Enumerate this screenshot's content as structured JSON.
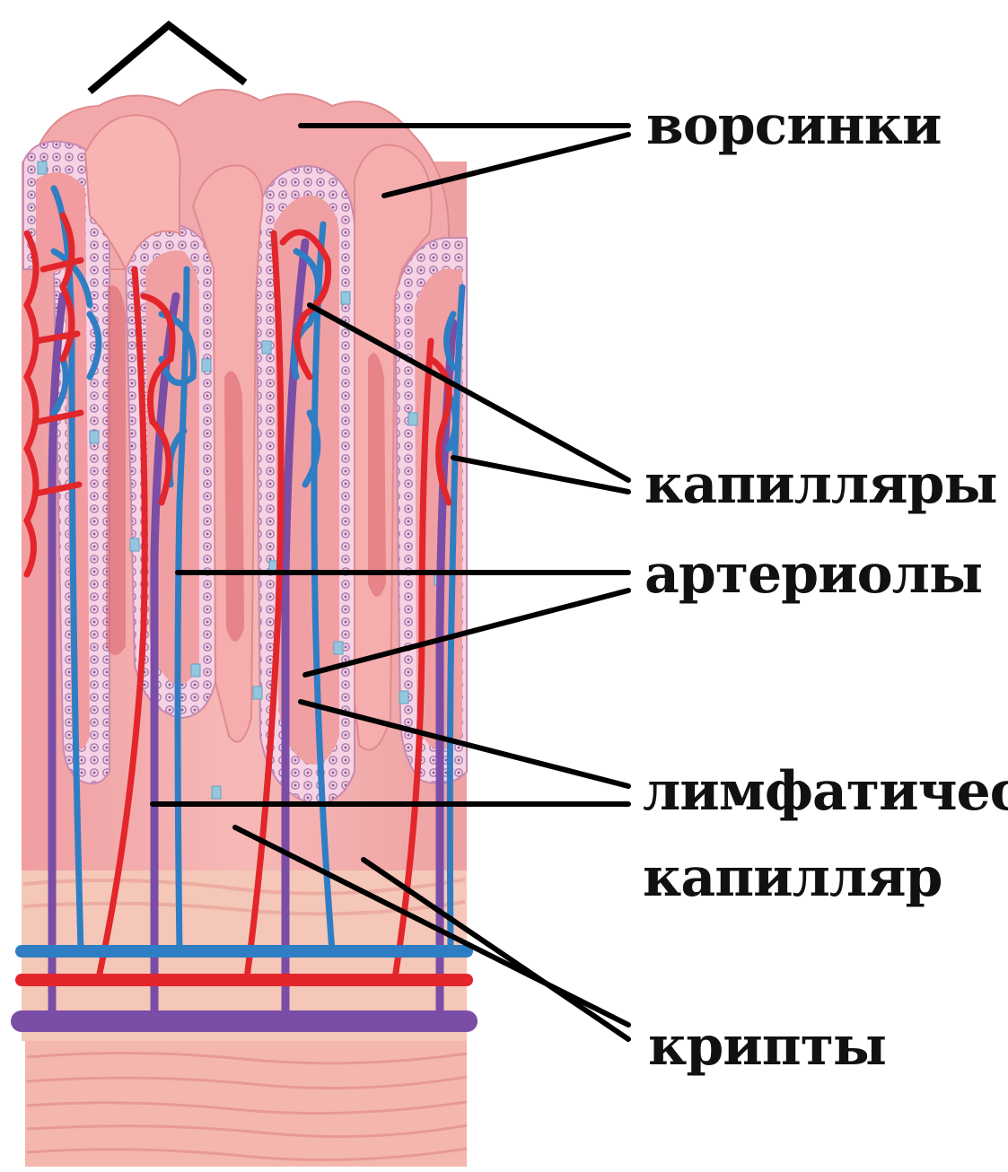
{
  "labels": {
    "villi": "ворсинки",
    "capillaries": "капилляры",
    "arterioles": "артериолы",
    "lymphatic_line1": "лимфатический",
    "lymphatic_line2": "капилляр",
    "crypts": "крипты"
  },
  "colors": {
    "tissue": "#f2a7a8",
    "tissue_dark": "#e47d83",
    "tissue_light": "#fbd0ce",
    "epithelium": "#f4c7dc",
    "epithelium_cell": "#b07cb0",
    "goblet": "#8fc4de",
    "artery": "#e2262b",
    "vein": "#2f7ec4",
    "lymph": "#7a4da6",
    "submucosa": "#f5c4b6",
    "muscle": "#f1b0a6",
    "leader_line": "#000000"
  }
}
